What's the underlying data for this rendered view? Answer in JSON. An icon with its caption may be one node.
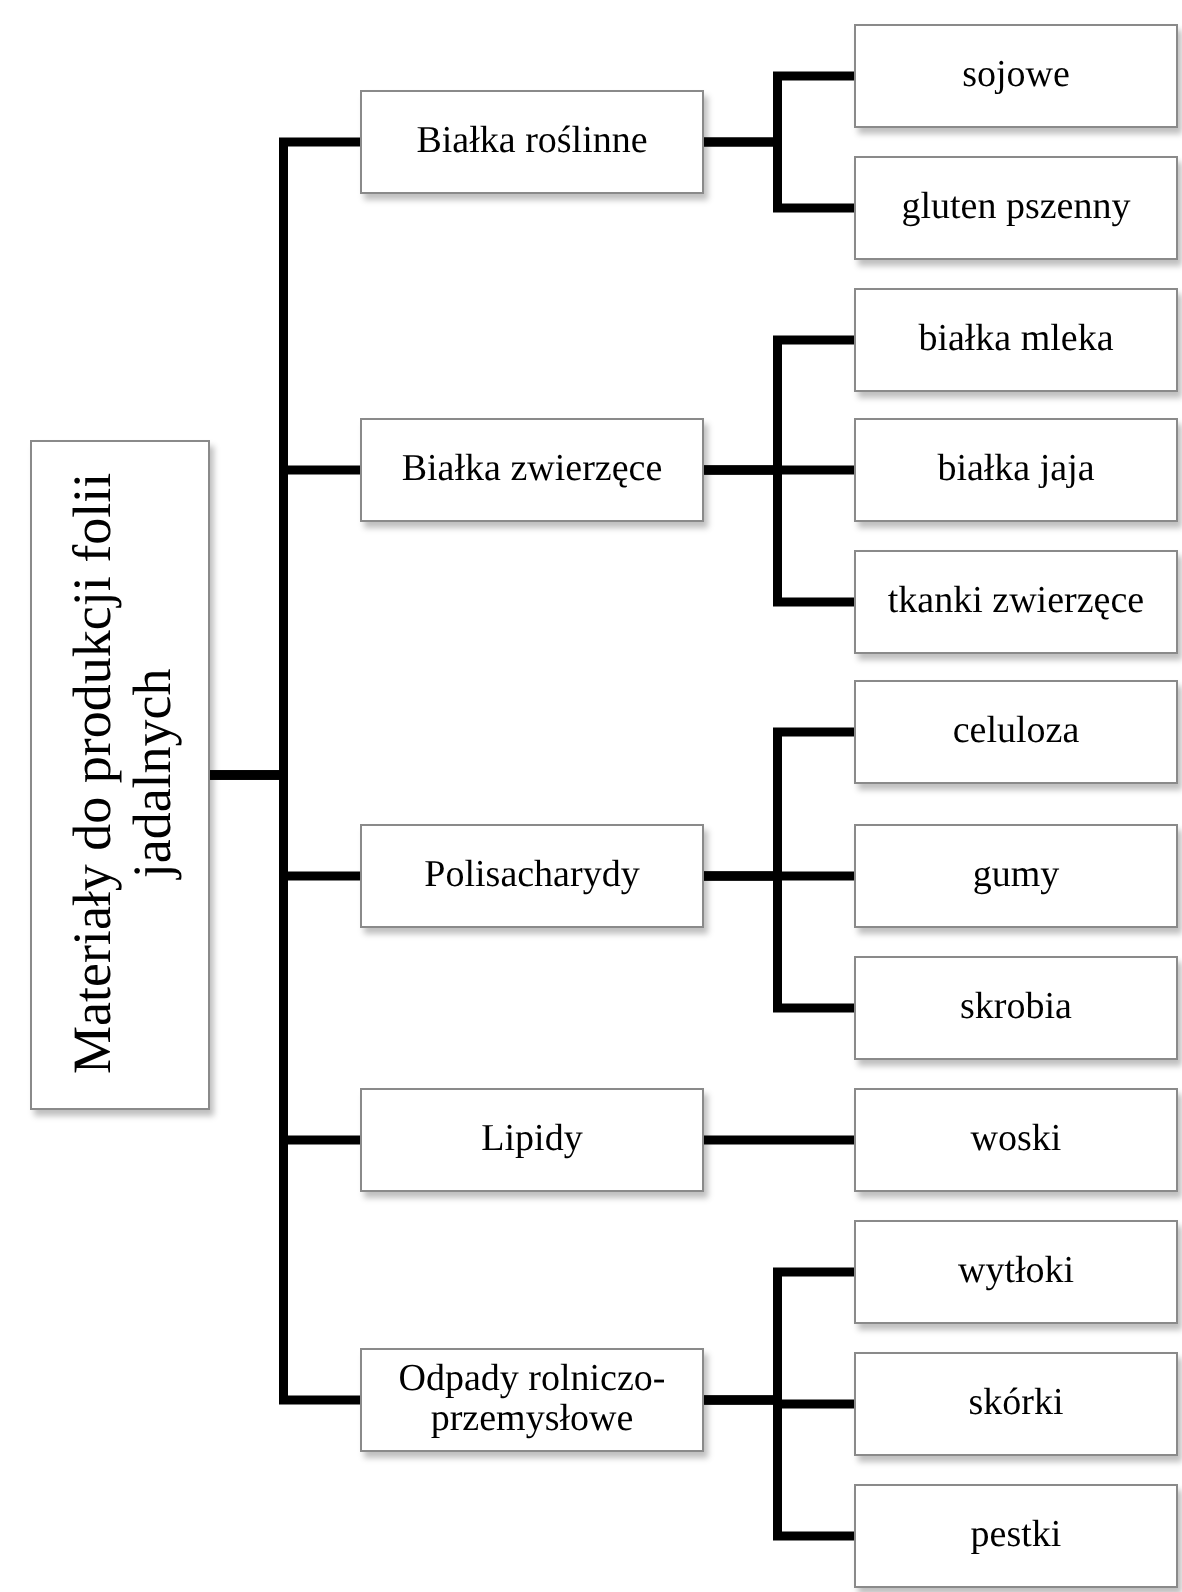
{
  "diagram": {
    "nodes": [
      {
        "text": [
          "Materiały do produkcji folii jadalnych"
        ]
      },
      {
        "text": [
          "Białka roślinne"
        ]
      },
      {
        "text": [
          "Białka zwierzęce"
        ]
      },
      {
        "text": [
          "Polisacharydy"
        ]
      },
      {
        "text": [
          "Lipidy"
        ]
      },
      {
        "text": [
          "Odpady rolniczo-przemysłowe"
        ]
      },
      {
        "text": [
          "sojowe"
        ]
      },
      {
        "text": [
          "gluten pszenny"
        ]
      },
      {
        "text": [
          "białka mleka"
        ]
      },
      {
        "text": [
          "białka jaja"
        ]
      },
      {
        "text": [
          "tkanki zwierzęce"
        ]
      },
      {
        "text": [
          "celuloza"
        ]
      },
      {
        "text": [
          "gumy"
        ]
      },
      {
        "text": [
          "skrobia"
        ]
      },
      {
        "text": [
          "woski"
        ]
      },
      {
        "text": [
          "wytłoki"
        ]
      },
      {
        "text": [
          "skórki"
        ]
      },
      {
        "text": [
          "pestki"
        ]
      }
    ],
    "edges": [
      {
        "from": 0,
        "to": 1,
        "arrow": "none"
      },
      {
        "from": 0,
        "to": 2,
        "arrow": "none"
      },
      {
        "from": 0,
        "to": 3,
        "arrow": "none"
      },
      {
        "from": 0,
        "to": 4,
        "arrow": "none"
      },
      {
        "from": 0,
        "to": 5,
        "arrow": "none"
      },
      {
        "from": 1,
        "to": 6,
        "arrow": "none"
      },
      {
        "from": 1,
        "to": 7,
        "arrow": "none"
      },
      {
        "from": 2,
        "to": 8,
        "arrow": "none"
      },
      {
        "from": 2,
        "to": 9,
        "arrow": "none"
      },
      {
        "from": 2,
        "to": 10,
        "arrow": "none"
      },
      {
        "from": 3,
        "to": 11,
        "arrow": "none"
      },
      {
        "from": 3,
        "to": 12,
        "arrow": "none"
      },
      {
        "from": 3,
        "to": 13,
        "arrow": "none"
      },
      {
        "from": 4,
        "to": 14,
        "arrow": "none"
      },
      {
        "from": 5,
        "to": 15,
        "arrow": "none"
      },
      {
        "from": 5,
        "to": 16,
        "arrow": "none"
      },
      {
        "from": 5,
        "to": 17,
        "arrow": "none"
      }
    ]
  }
}
